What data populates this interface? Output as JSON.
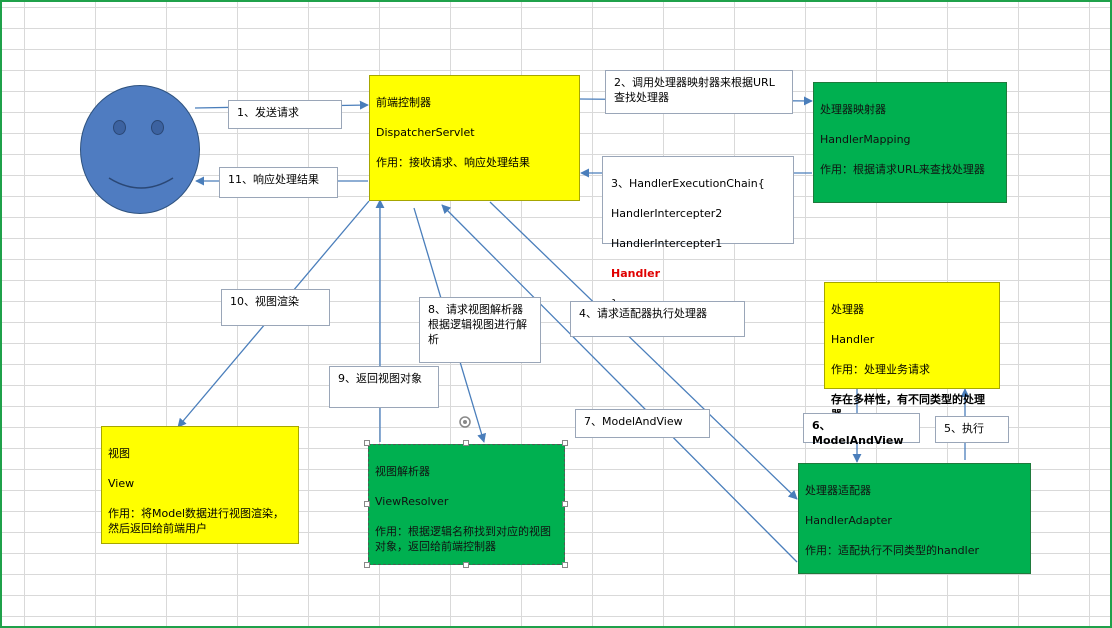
{
  "front_controller": {
    "title": "前端控制器",
    "name": "DispatcherServlet",
    "desc": "作用：接收请求、响应处理结果"
  },
  "handler_mapping": {
    "title": "处理器映射器",
    "name": "HandlerMapping",
    "desc": "作用：根据请求URL来查找处理器"
  },
  "handler": {
    "title": "处理器",
    "name": "Handler",
    "desc": "作用：处理业务请求",
    "note": "存在多样性，有不同类型的处理器"
  },
  "handler_adapter": {
    "title": "处理器适配器",
    "name": "HandlerAdapter",
    "desc": "作用：适配执行不同类型的handler"
  },
  "view_resolver": {
    "title": "视图解析器",
    "name": "ViewResolver",
    "desc": "作用：根据逻辑名称找到对应的视图对象，返回给前端控制器"
  },
  "view": {
    "title": "视图",
    "name": "View",
    "desc": "作用：将Model数据进行视图渲染，然后返回给前端用户"
  },
  "steps": {
    "s1": "1、发送请求",
    "s2": "2、调用处理器映射器来根据URL查找处理器",
    "s3_head": "3、HandlerExecutionChain{",
    "s3_l1": "HandlerIntercepter2",
    "s3_l2": "HandlerIntercepter1",
    "s3_l3": "Handler",
    "s3_tail": "}",
    "s4": "4、请求适配器执行处理器",
    "s5": "5、执行",
    "s6": "6、ModelAndView",
    "s7": "7、ModelAndView",
    "s8": "8、请求视图解析器根据逻辑视图进行解析",
    "s9": "9、返回视图对象",
    "s10": "10、视图渲染",
    "s11": "11、响应处理结果"
  },
  "colors": {
    "yellow": "#ffff00",
    "green": "#00b050",
    "arrow": "#4a7ebb",
    "red": "#e00000"
  }
}
